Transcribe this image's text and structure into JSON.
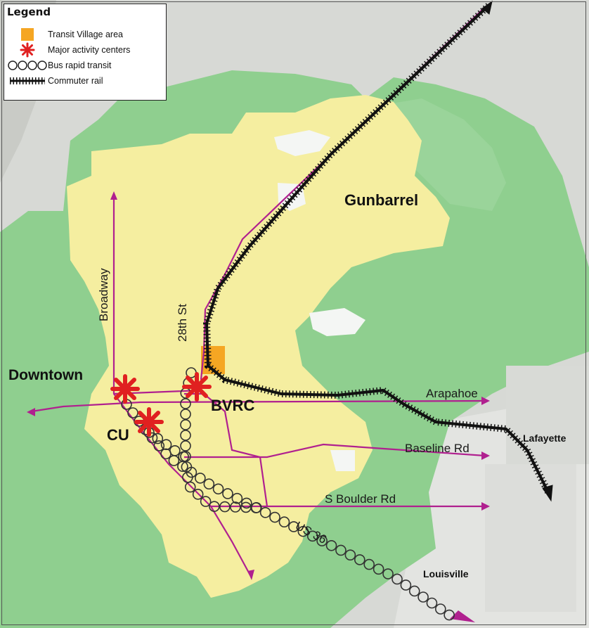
{
  "legend": {
    "title": "Legend",
    "items": [
      {
        "label": "Transit Village area",
        "symbol": "orange-square"
      },
      {
        "label": "Major activity centers",
        "symbol": "red-asterisk"
      },
      {
        "label": "Bus rapid transit",
        "symbol": "circle-chain"
      },
      {
        "label": "Commuter rail",
        "symbol": "hatched-line"
      }
    ]
  },
  "places": {
    "downtown": "Downtown",
    "cu": "CU",
    "bvrc": "BVRC",
    "gunbarrel": "Gunbarrel",
    "lafayette": "Lafayette",
    "louisville": "Louisville"
  },
  "streets": {
    "broadway": "Broadway",
    "st28": "28th St",
    "arapahoe": "Arapahoe",
    "baseline": "Baseline Rd",
    "sboulder": "S Boulder Rd",
    "us36": "US 36"
  },
  "colors": {
    "city": "#f5eea0",
    "open_space": "#8fcf8f",
    "terrain": "#d7d9d5",
    "road": "#b0208f",
    "center": "#e02020",
    "transit_village": "#f5a623",
    "rail": "#111111",
    "brt": "#333333"
  }
}
